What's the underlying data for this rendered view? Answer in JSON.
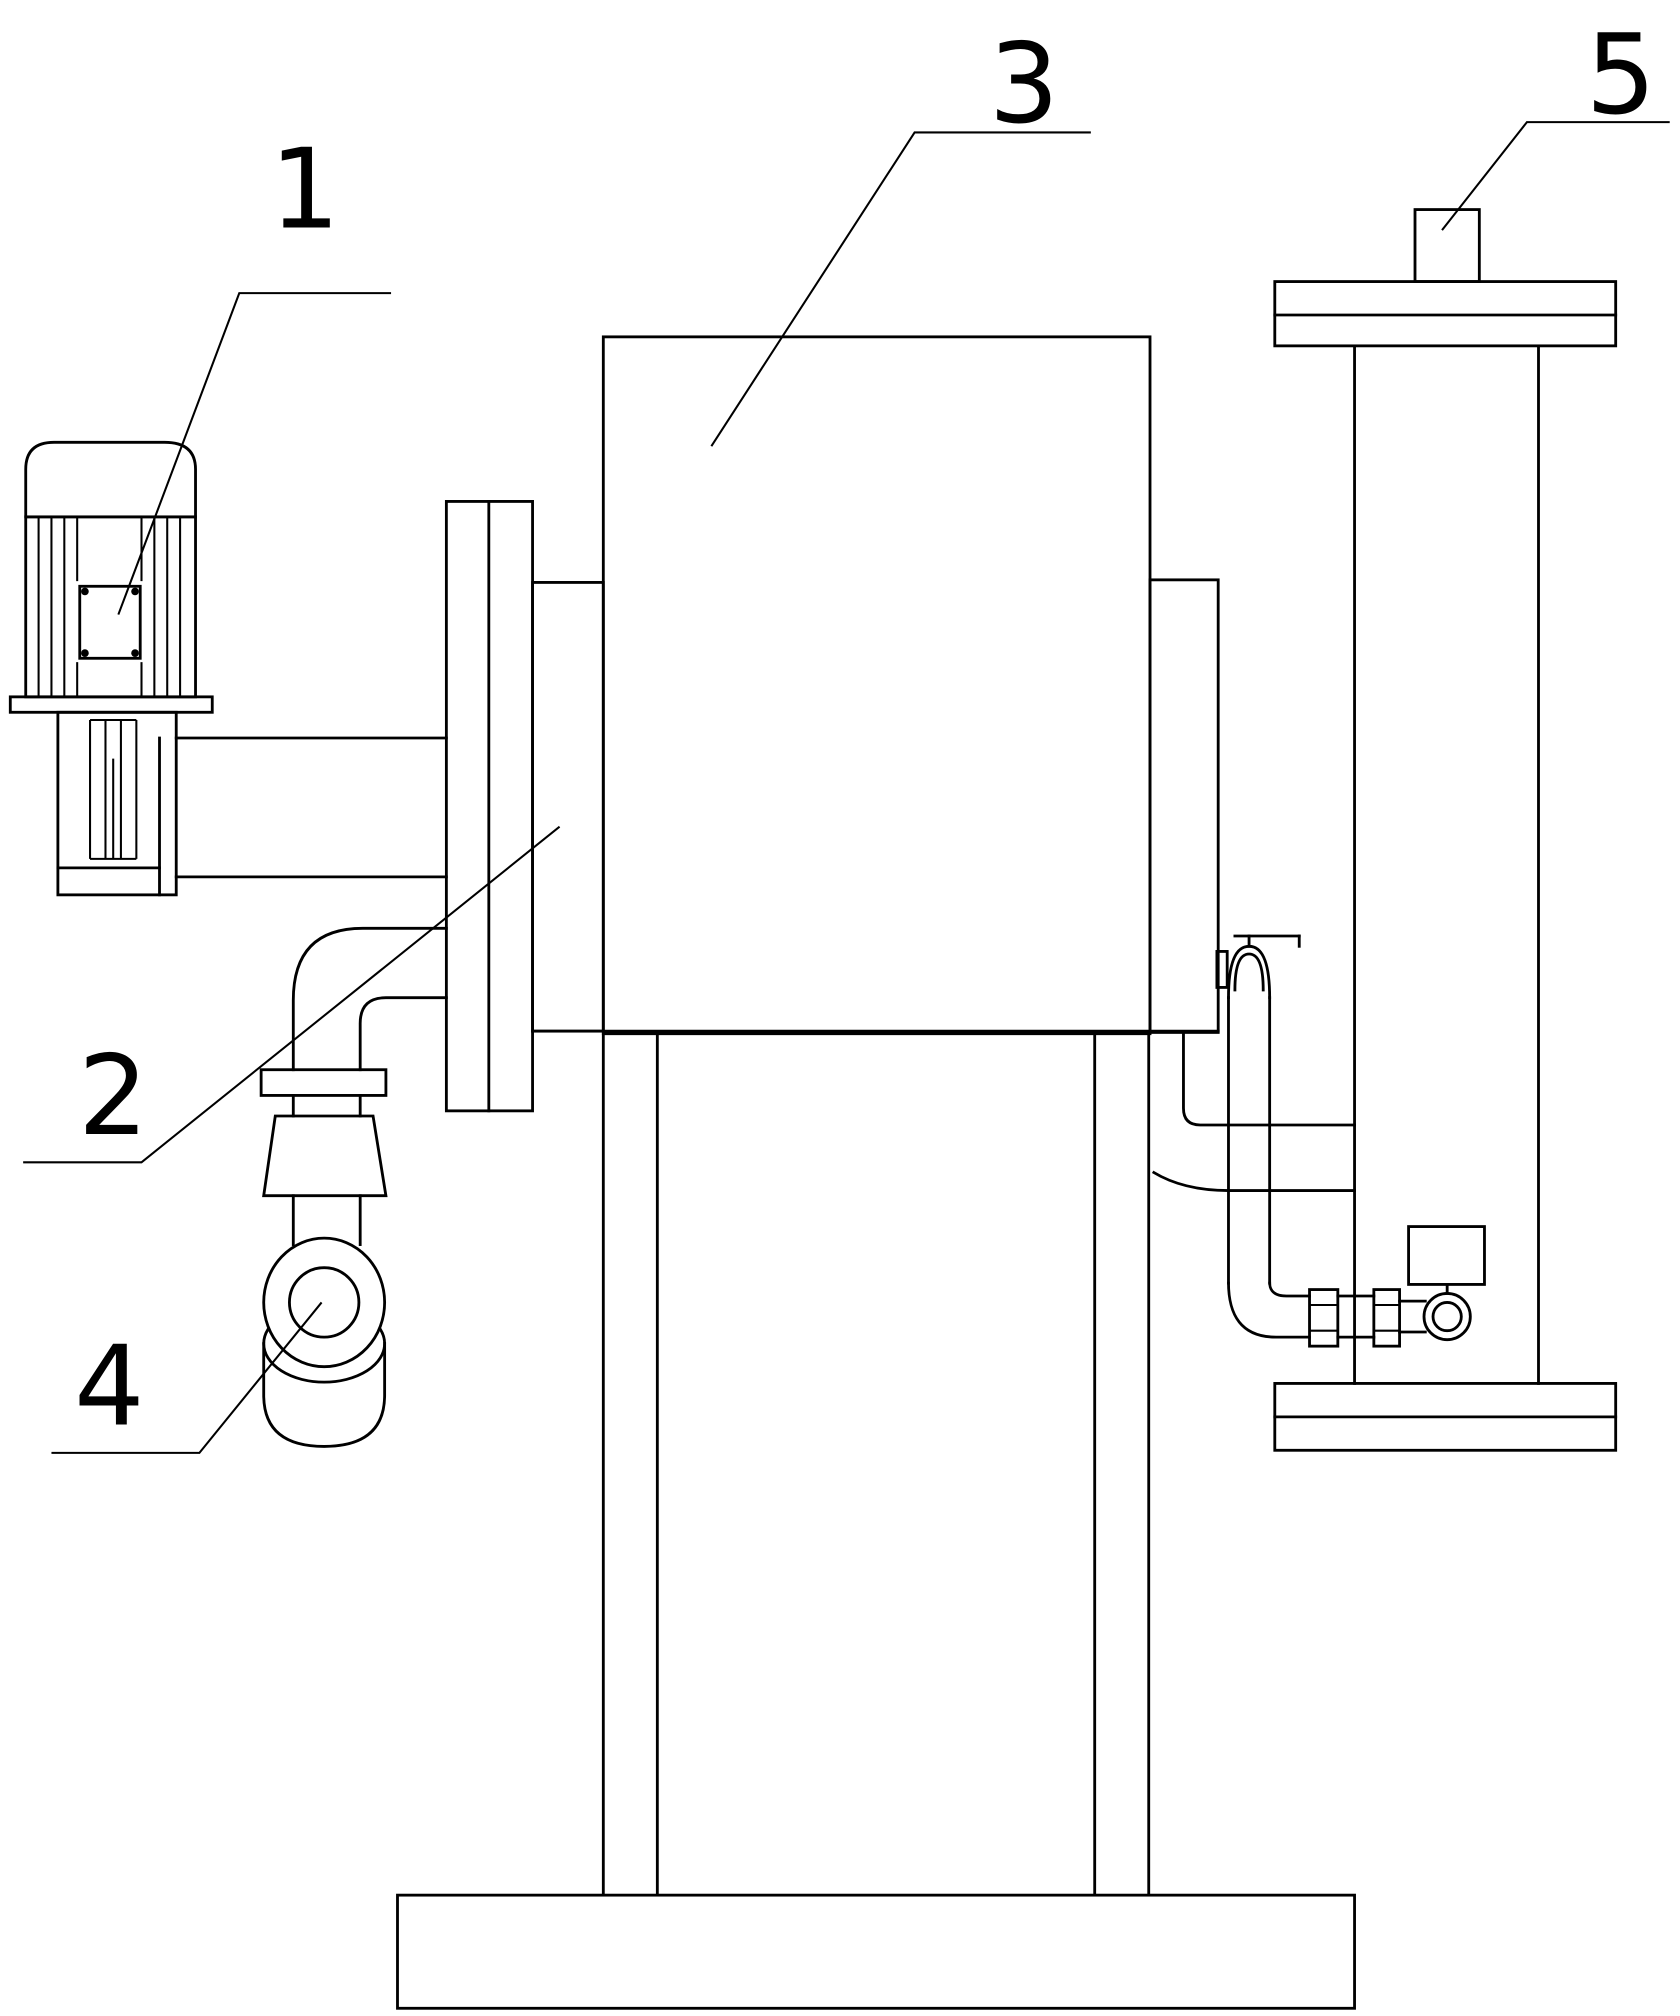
{
  "figure": {
    "callouts": [
      {
        "id": "1",
        "text": "1"
      },
      {
        "id": "2",
        "text": "2"
      },
      {
        "id": "3",
        "text": "3"
      },
      {
        "id": "4",
        "text": "4"
      },
      {
        "id": "5",
        "text": "5"
      }
    ]
  },
  "colors": {
    "line": "#000000",
    "background": "#ffffff"
  }
}
